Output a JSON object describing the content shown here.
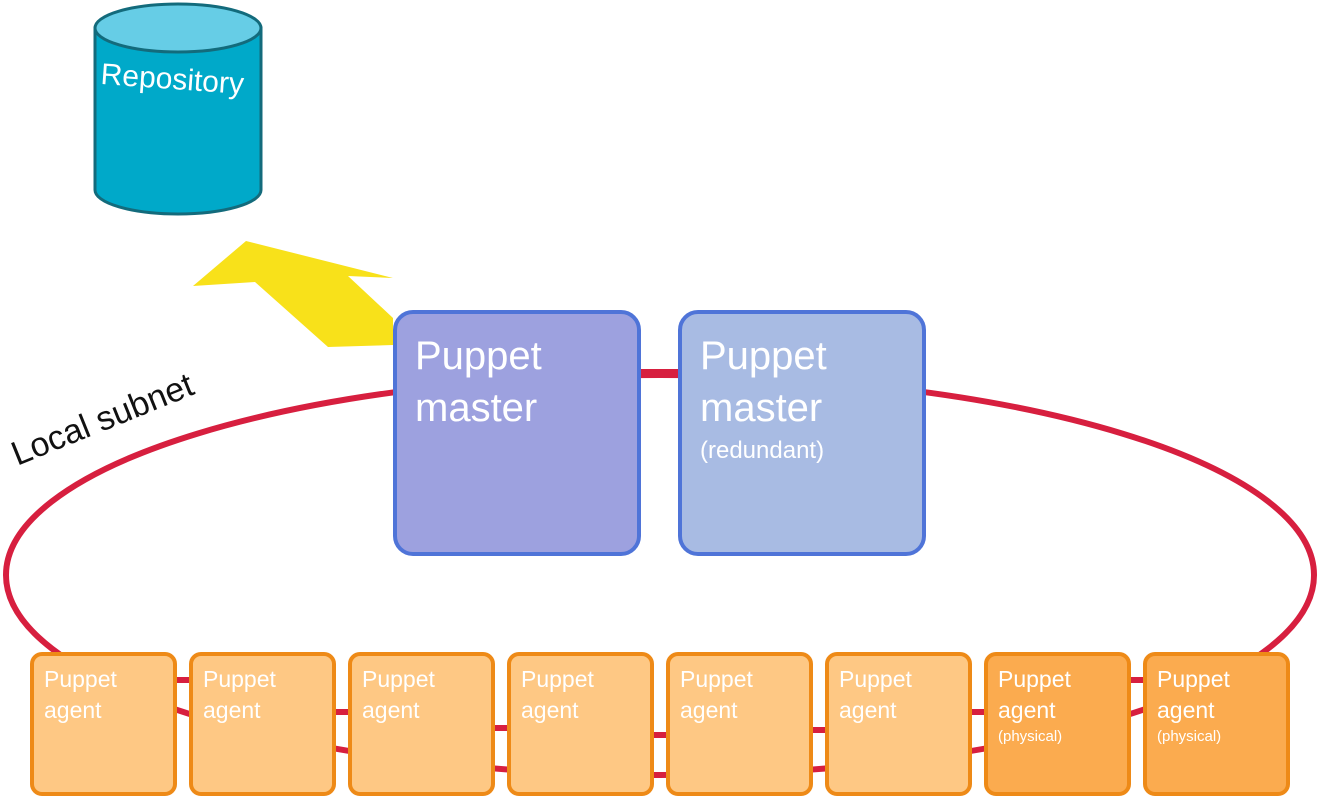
{
  "repository": {
    "label": "Repository",
    "colors": {
      "body": "#00a9c9",
      "top": "#66cde6",
      "edge": "#136b7c"
    }
  },
  "arrow": {
    "color": "#f8e11a",
    "direction": "toward-repository"
  },
  "subnet": {
    "label": "Local subnet",
    "ring_color": "#d71f3f"
  },
  "masters": [
    {
      "line1": "Puppet",
      "line2": "master",
      "note": "",
      "fill": "#9da1df",
      "border": "#4f74d8"
    },
    {
      "line1": "Puppet",
      "line2": "master",
      "note": "(redundant)",
      "fill": "#a8bbe3",
      "border": "#4f74d8"
    }
  ],
  "agents": [
    {
      "line1": "Puppet",
      "line2": "agent",
      "note": ""
    },
    {
      "line1": "Puppet",
      "line2": "agent",
      "note": ""
    },
    {
      "line1": "Puppet",
      "line2": "agent",
      "note": ""
    },
    {
      "line1": "Puppet",
      "line2": "agent",
      "note": ""
    },
    {
      "line1": "Puppet",
      "line2": "agent",
      "note": ""
    },
    {
      "line1": "Puppet",
      "line2": "agent",
      "note": ""
    },
    {
      "line1": "Puppet",
      "line2": "agent",
      "note": "(physical)"
    },
    {
      "line1": "Puppet",
      "line2": "agent",
      "note": "(physical)"
    }
  ],
  "agent_colors": {
    "virtual_fill": "#fec884",
    "physical_fill": "#fbab4f",
    "border": "#ee8a17"
  }
}
